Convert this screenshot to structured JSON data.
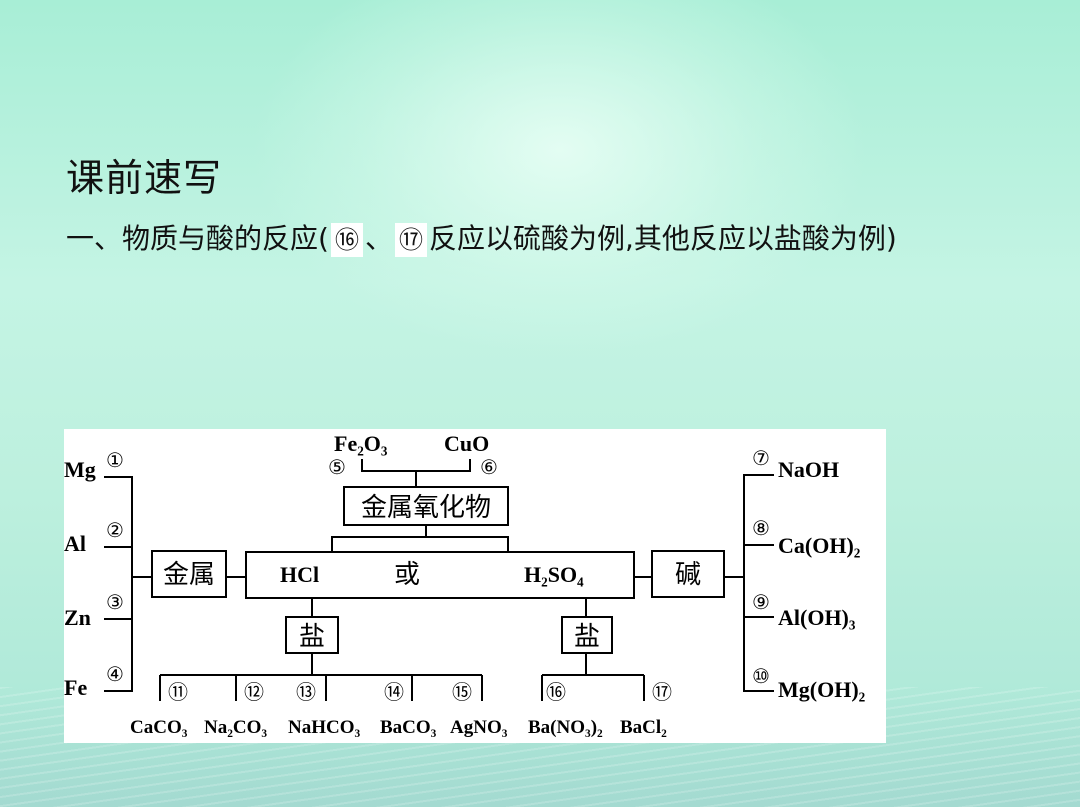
{
  "title": "课前速写",
  "subtitle": {
    "prefix": "一、物质与酸的反应(",
    "mark1": "⑯",
    "sep": "、",
    "mark2": "⑰",
    "suffix": "反应以硫酸为例,其他反应以盐酸为例)"
  },
  "diagram": {
    "metals": [
      {
        "name": "Mg",
        "num": "①"
      },
      {
        "name": "Al",
        "num": "②"
      },
      {
        "name": "Zn",
        "num": "③"
      },
      {
        "name": "Fe",
        "num": "④"
      }
    ],
    "metal_box": "金属",
    "oxides": [
      {
        "name": "Fe₂O₃",
        "num": "⑤"
      },
      {
        "name": "CuO",
        "num": "⑥"
      }
    ],
    "oxide_box": "金属氧化物",
    "acid": {
      "hcl": "HCl",
      "or": "或",
      "h2so4": "H₂SO₄"
    },
    "base_box": "碱",
    "bases": [
      {
        "num": "⑦",
        "name": "NaOH"
      },
      {
        "num": "⑧",
        "name": "Ca(OH)₂"
      },
      {
        "num": "⑨",
        "name": "Al(OH)₃"
      },
      {
        "num": "⑩",
        "name": "Mg(OH)₂"
      }
    ],
    "salt_box_left": "盐",
    "salt_box_right": "盐",
    "salts": [
      {
        "num": "⑪",
        "name": "CaCO₃"
      },
      {
        "num": "⑫",
        "name": "Na₂CO₃"
      },
      {
        "num": "⑬",
        "name": "NaHCO₃"
      },
      {
        "num": "⑭",
        "name": "BaCO₃"
      },
      {
        "num": "⑮",
        "name": "AgNO₃"
      },
      {
        "num": "⑯",
        "name": "Ba(NO₃)₂"
      },
      {
        "num": "⑰",
        "name": "BaCl₂"
      }
    ]
  }
}
